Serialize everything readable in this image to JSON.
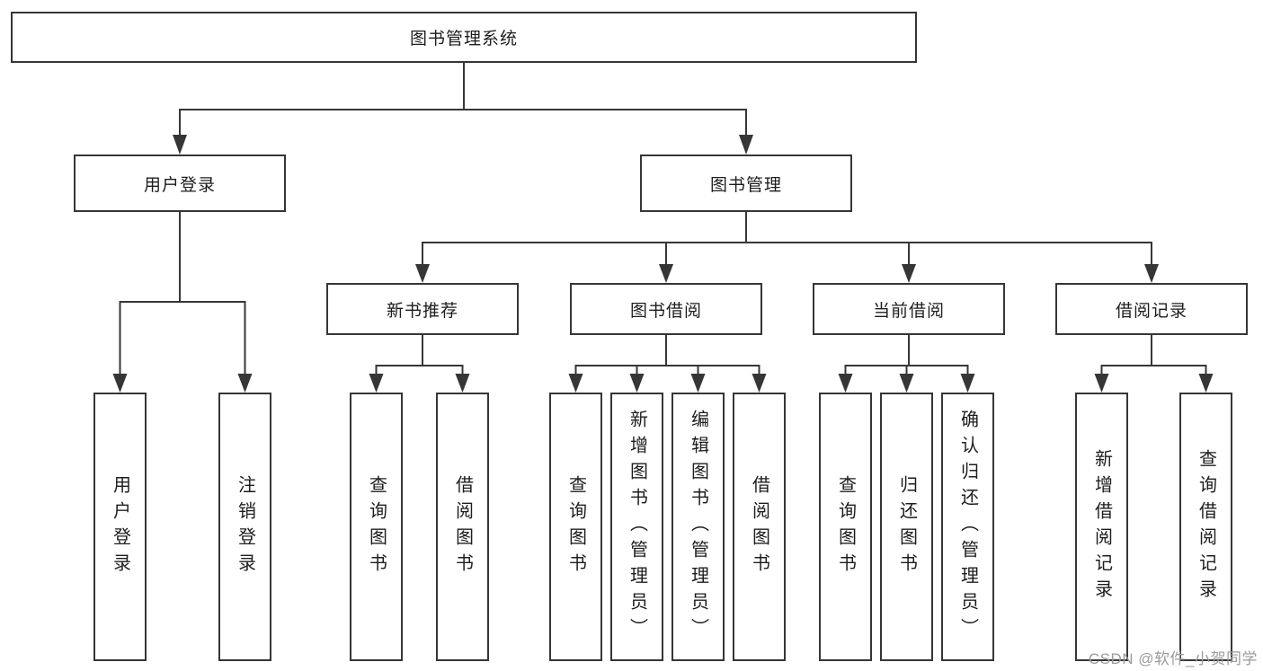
{
  "title": "图书管理系统",
  "level2": {
    "user_login": "用户登录",
    "book_management": "图书管理"
  },
  "level3": {
    "new_book_recommend": "新书推荐",
    "book_borrow": "图书借阅",
    "current_borrow": "当前借阅",
    "borrow_records": "借阅记录"
  },
  "leaves": {
    "user": [
      "用户登录",
      "注销登录"
    ],
    "recommend": [
      "查询图书",
      "借阅图书"
    ],
    "borrow": [
      "查询图书",
      "新增图书（管理员）",
      "编辑图书（管理员）",
      "借阅图书"
    ],
    "current": [
      "查询图书",
      "归还图书",
      "确认归还（管理员）"
    ],
    "records": [
      "新增借阅记录",
      "查询借阅记录"
    ]
  },
  "watermark": "CSDN @软件_小贺同学",
  "colors": {
    "line": "#363636",
    "text": "#1d1d1d",
    "watermark": "#9b9b9b",
    "background": "#ffffff"
  }
}
